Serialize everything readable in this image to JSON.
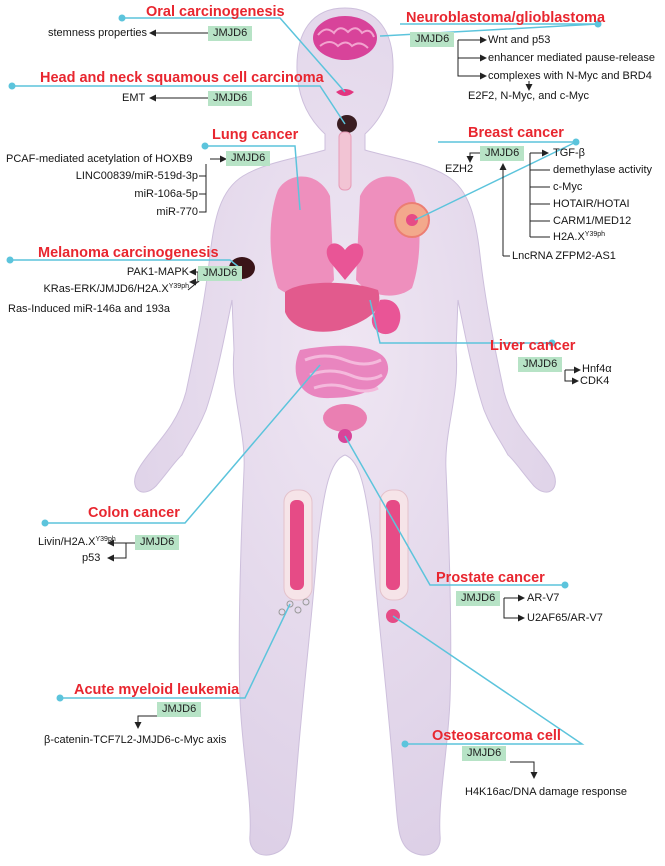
{
  "colors": {
    "title": "#e8262f",
    "badge": "#b7e3c6",
    "leader": "#5cc4dc",
    "body": "#e7dcee",
    "organ": "#e44c93"
  },
  "gene": "JMJD6",
  "sections": {
    "oral": {
      "title": "Oral carcinogenesis",
      "targets": [
        "stemness properties"
      ]
    },
    "neuro": {
      "title": "Neuroblastoma/glioblastoma",
      "targets": [
        "Wnt and p53",
        "enhancer mediated pause-release",
        "complexes with N-Myc and BRD4",
        "E2F2, N-Myc, and c-Myc"
      ]
    },
    "hnscc": {
      "title": "Head and neck squamous cell carcinoma",
      "targets": [
        "EMT"
      ]
    },
    "lung": {
      "title": "Lung cancer",
      "targets": [
        "PCAF-mediated acetylation of HOXB9",
        "LINC00839/miR-519d-3p",
        "miR-106a-5p",
        "miR-770"
      ]
    },
    "breast": {
      "title": "Breast cancer",
      "partner": "EZH2",
      "targets": [
        "TGF-β",
        "demethylase activity",
        "c-Myc",
        "HOTAIR/HOTAI",
        "CARM1/MED12",
        "H2A.X"
      ],
      "target_sup": "Y39ph",
      "upstream": "LncRNA ZFPM2-AS1"
    },
    "melanoma": {
      "title": "Melanoma carcinogenesis",
      "targets": [
        "PAK1-MAPK",
        "KRas-ERK/JMJD6/H2A.X",
        "Ras-Induced miR-146a and 193a"
      ],
      "target_sup": "Y39ph"
    },
    "liver": {
      "title": "Liver cancer",
      "targets": [
        "Hnf4α",
        "CDK4"
      ]
    },
    "colon": {
      "title": "Colon cancer",
      "targets": [
        "Livin/H2A.X",
        "p53"
      ],
      "target_sup": "Y39ph"
    },
    "prostate": {
      "title": "Prostate cancer",
      "targets": [
        "AR-V7",
        "U2AF65/AR-V7"
      ]
    },
    "aml": {
      "title": "Acute myeloid leukemia",
      "targets": [
        "β-catenin-TCF7L2-JMJD6-c-Myc axis"
      ]
    },
    "osteo": {
      "title": "Osteosarcoma cell",
      "targets": [
        "H4K16ac/DNA damage response"
      ]
    }
  }
}
